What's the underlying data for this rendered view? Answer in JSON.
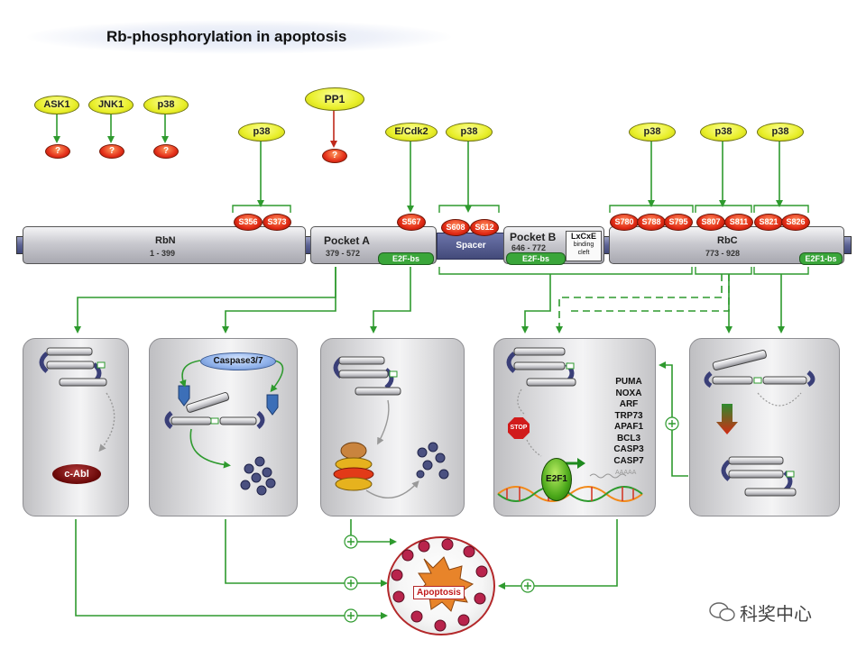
{
  "title": "Rb-phosphorylation in apoptosis",
  "kinases": {
    "ask1": "ASK1",
    "jnk1": "JNK1",
    "p38_top": "p38",
    "pp1": "PP1",
    "p38_a": "p38",
    "ecdk2": "E/Cdk2",
    "p38_b": "p38",
    "p38_c": "p38",
    "p38_d": "p38",
    "p38_e": "p38"
  },
  "unknown_target": "?",
  "sites": [
    "S356",
    "S373",
    "S567",
    "S608",
    "S612",
    "S780",
    "S788",
    "S795",
    "S807",
    "S811",
    "S821",
    "S826"
  ],
  "domains": {
    "rbn": {
      "name": "RbN",
      "range": "1 - 399"
    },
    "pocket_a": {
      "name": "Pocket A",
      "range": "379 - 572",
      "e2f": "E2F-bs"
    },
    "spacer": {
      "name": "Spacer"
    },
    "pocket_b": {
      "name": "Pocket B",
      "range": "646 - 772",
      "e2f": "E2F-bs",
      "lxcxe": "LxCxE",
      "cleft1": "binding",
      "cleft2": "cleft"
    },
    "rbc": {
      "name": "RbC",
      "range": "773 - 928",
      "e2f": "E2F1-bs"
    }
  },
  "panels": {
    "p1": {
      "label": "c-Abl"
    },
    "p2": {
      "label": "Caspase3/7"
    },
    "p4": {
      "tf": "E2F1",
      "stop": "STOP",
      "genes": [
        "PUMA",
        "NOXA",
        "ARF",
        "TRP73",
        "APAF1",
        "BCL3",
        "CASP3",
        "CASP7"
      ],
      "dna_tail": "AAAAA"
    }
  },
  "outcome": "Apoptosis",
  "watermark": "科奖中心",
  "colors": {
    "arrow": "#2e9a2e",
    "site": "#e02a14",
    "kinase": "#e9ef2a",
    "outline": "#b3282a"
  }
}
